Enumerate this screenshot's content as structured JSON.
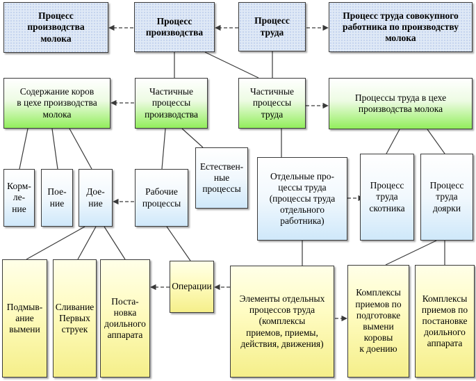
{
  "colors": {
    "top_row": "#dfe9f6",
    "second_row": "#92ee5c",
    "light_blue": "#cfe8fa",
    "yellow": "#f5ef8a",
    "line": "#3a3a3a"
  },
  "boxes": {
    "milk_production_process": "Процесс\nпроизводства\nмолока",
    "production_process": "Процесс\nпроизводства",
    "labor_process": "Процесс\nтруда",
    "collective_worker_process": "Процесс труда совокупного\nработника по производству\nмолока",
    "cow_keeping": "Содержание коров\nв цехе производства\nмолока",
    "partial_production": "Частичные\nпроцессы\nпроизводства",
    "partial_labor": "Частичные\nпроцессы\nтруда",
    "labor_in_milk_shop": "Процессы труда в цехе\nпроизводства молока",
    "feeding": "Корм-\nле-\nние",
    "watering": "Пое-\nние",
    "milking": "Дое-\nние",
    "working_processes": "Рабочие\nпроцессы",
    "natural_processes": "Естествен-\nные\nпроцессы",
    "individual_labor": "Отдельные про-\nцессы труда\n(процессы труда\nотдельного\nработника)",
    "herdsman_labor": "Процесс\nтруда\nскотника",
    "milkmaid_labor": "Процесс\nтруда\nдоярки",
    "udder_washing": "Подмыв-\nание\nвымени",
    "first_streams": "Сливание\nПервых\nструек",
    "apparatus_setup": "Поста-\nновка\nдоильного\nаппарата",
    "operations": "Операции",
    "labor_elements": "Элементы отдельных\nпроцессов труда\n(комплексы\nприемов, приемы,\nдействия, движения)",
    "udder_prep_complex": "Комплексы\nприемов по\nподготовке\nвымени\nкоровы\nк доению",
    "apparatus_complex": "Комплексы\nприемов по\nпостановке\nдоильного\nаппарата"
  }
}
